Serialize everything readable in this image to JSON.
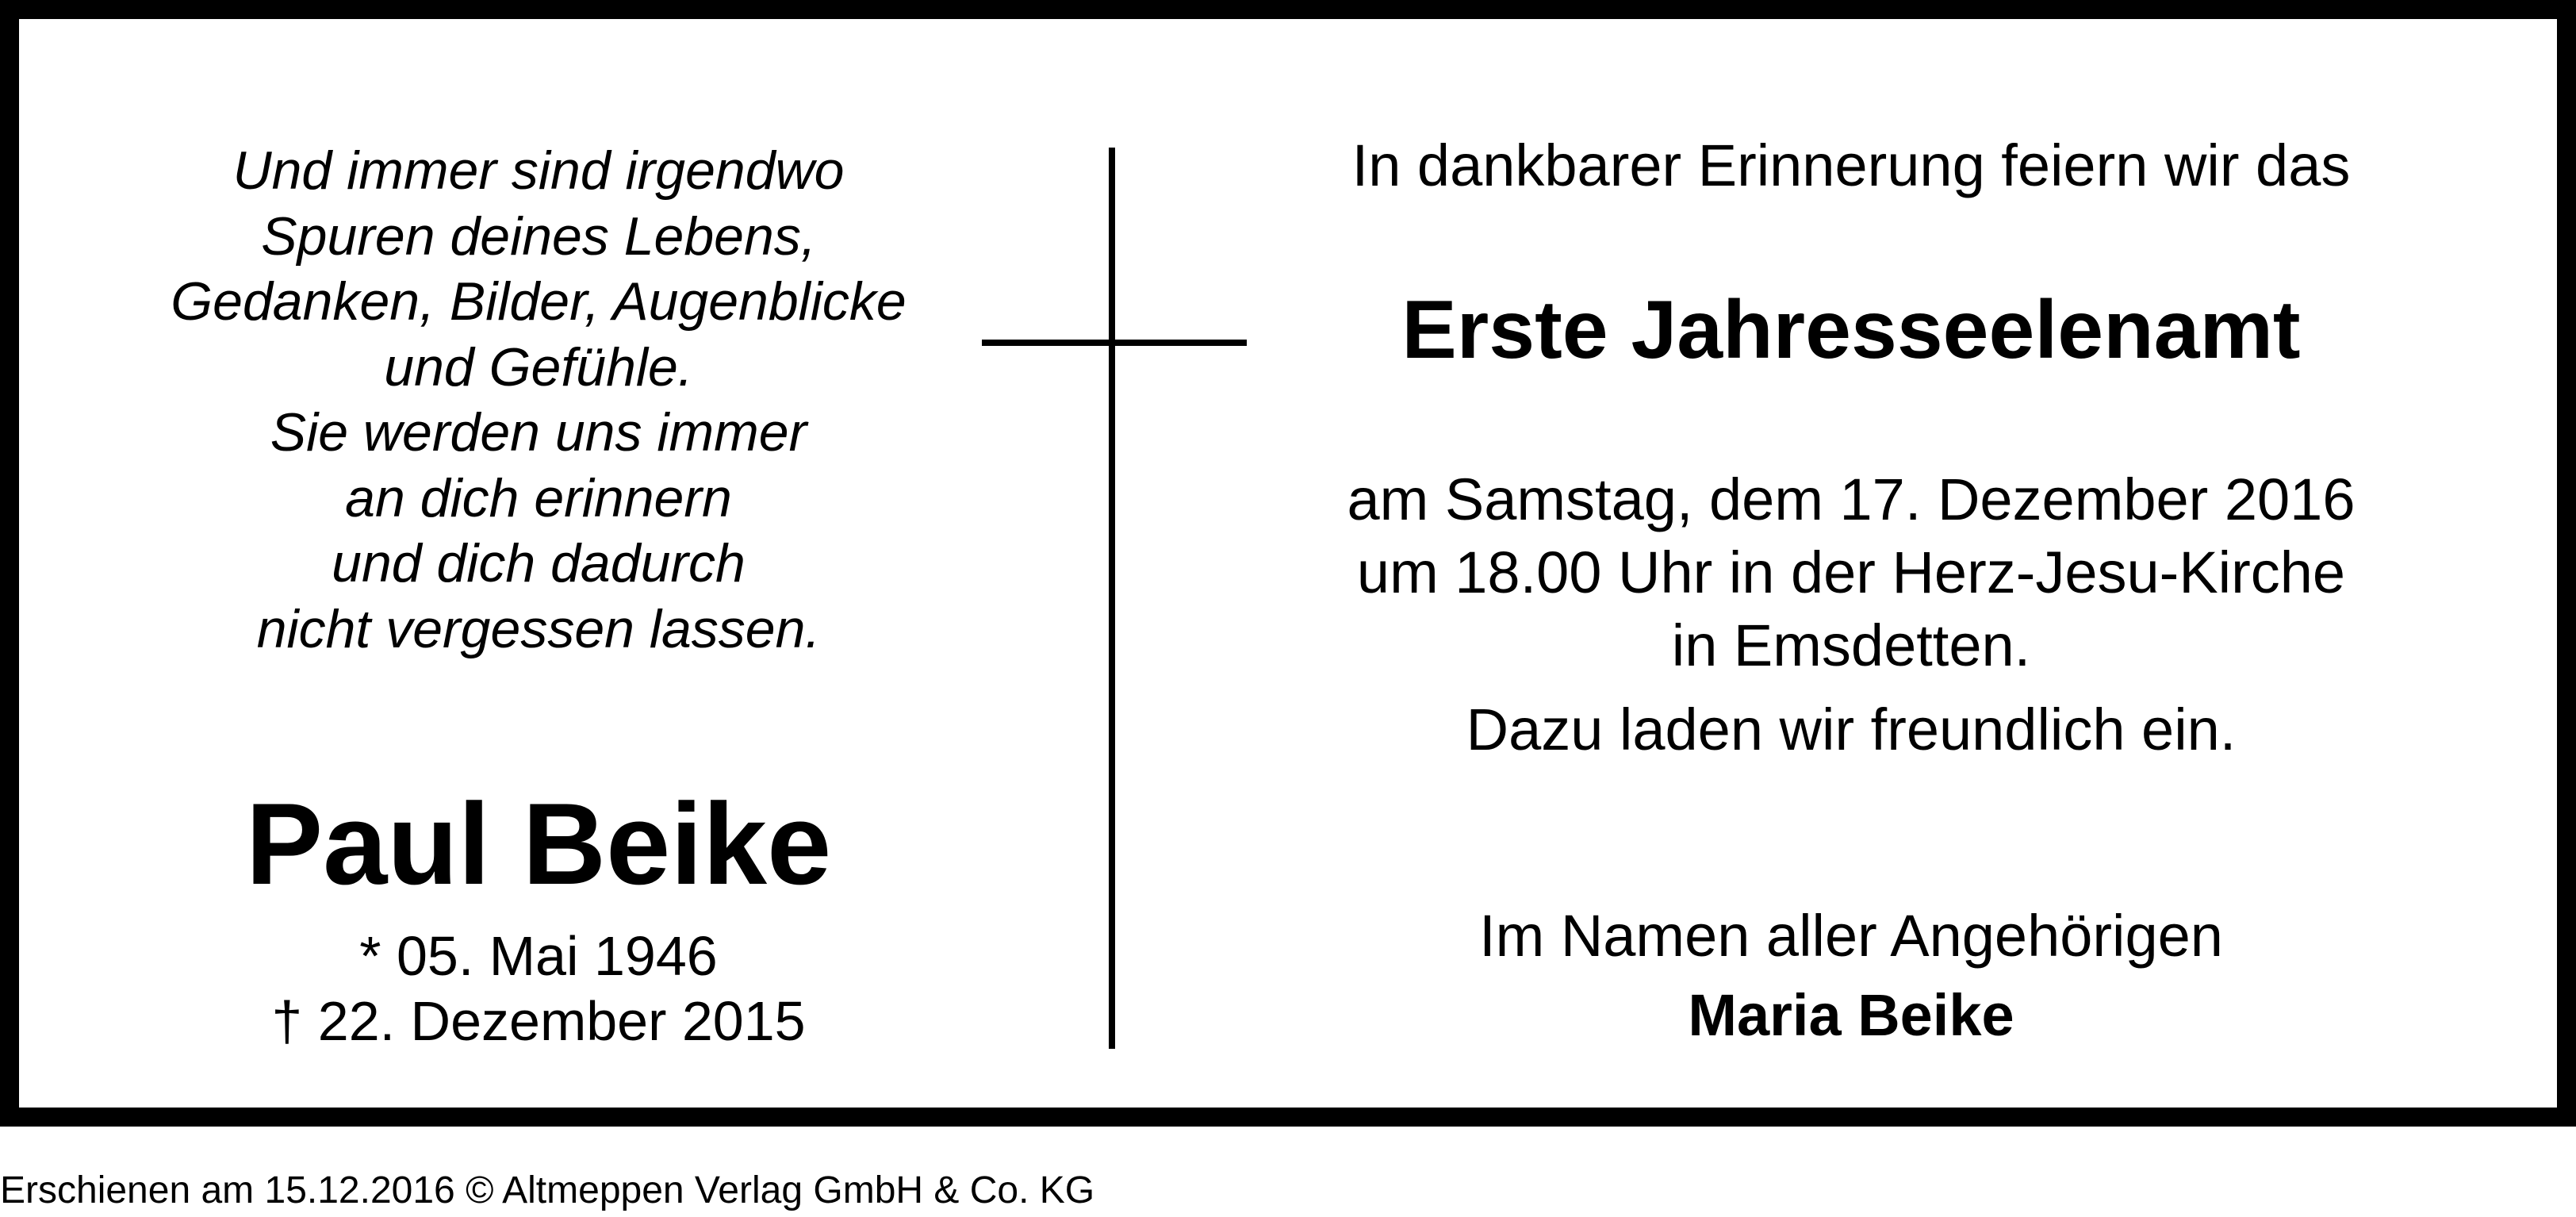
{
  "poem": {
    "lines": [
      "Und immer sind irgendwo",
      "Spuren deines Lebens,",
      "Gedanken, Bilder, Augenblicke",
      "und Gefühle.",
      "Sie werden uns immer",
      "an dich erinnern",
      "und dich dadurch",
      "nicht vergessen lassen."
    ]
  },
  "deceased": {
    "name": "Paul Beike",
    "born": "* 05. Mai 1946",
    "died": "† 22. Dezember 2015"
  },
  "notice": {
    "intro": "In dankbarer Erinnerung feiern wir das",
    "event_title": "Erste Jahresseelenamt",
    "details": [
      "am Samstag, dem 17. Dezember 2016",
      "um 18.00 Uhr in der Herz-Jesu-Kirche",
      "in Emsdetten."
    ],
    "invite": "Dazu laden wir freundlich ein.",
    "signoff": "Im Namen aller Angehörigen",
    "signer": "Maria Beike"
  },
  "footer": {
    "text": "Erschienen am 15.12.2016 © Altmeppen Verlag GmbH & Co. KG"
  },
  "colors": {
    "border": "#000000",
    "text": "#000000",
    "background": "#ffffff"
  }
}
